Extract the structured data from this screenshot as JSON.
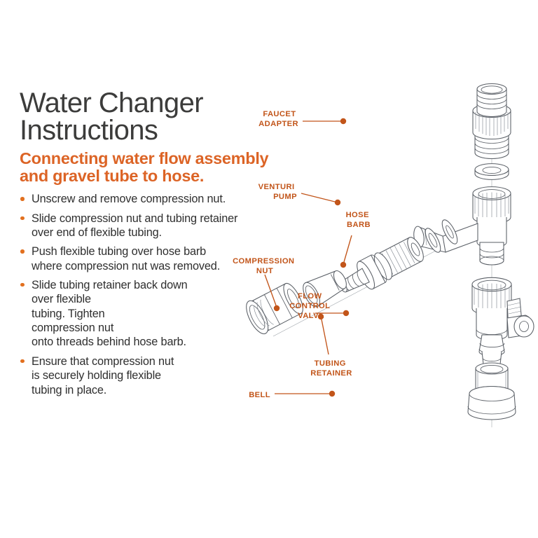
{
  "document": {
    "title": "Water Changer\nInstructions",
    "subtitle": "Connecting water flow assembly\nand gravel tube to hose.",
    "steps": [
      "Unscrew and remove compression nut.",
      "Slide compression nut and tubing retainer\nover end of flexible tubing.",
      "Push flexible tubing over hose barb\nwhere compression nut was removed.",
      "Slide tubing retainer back down\nover flexible\ntubing. Tighten\ncompression nut\nonto threads behind hose barb.",
      "Ensure that compression nut\nis securely holding flexible\ntubing in place."
    ]
  },
  "diagram": {
    "labels": {
      "faucet_adapter": [
        "FAUCET",
        "ADAPTER"
      ],
      "venturi_pump": [
        "VENTURI",
        "PUMP"
      ],
      "flow_control_valve": [
        "FLOW",
        "CONTROL",
        "VALVE"
      ],
      "bell": [
        "BELL"
      ],
      "hose_barb": [
        "HOSE",
        "BARB"
      ],
      "compression_nut": [
        "COMPRESSION",
        "NUT"
      ],
      "tubing_retainer": [
        "TUBING",
        "RETAINER"
      ]
    }
  },
  "colors": {
    "accent_orange": "#dc6426",
    "label_orange": "#c2551a",
    "title_gray": "#3c3c3b",
    "body_gray": "#2f2f2f",
    "line_gray": "#5a5f66",
    "background": "#ffffff"
  }
}
